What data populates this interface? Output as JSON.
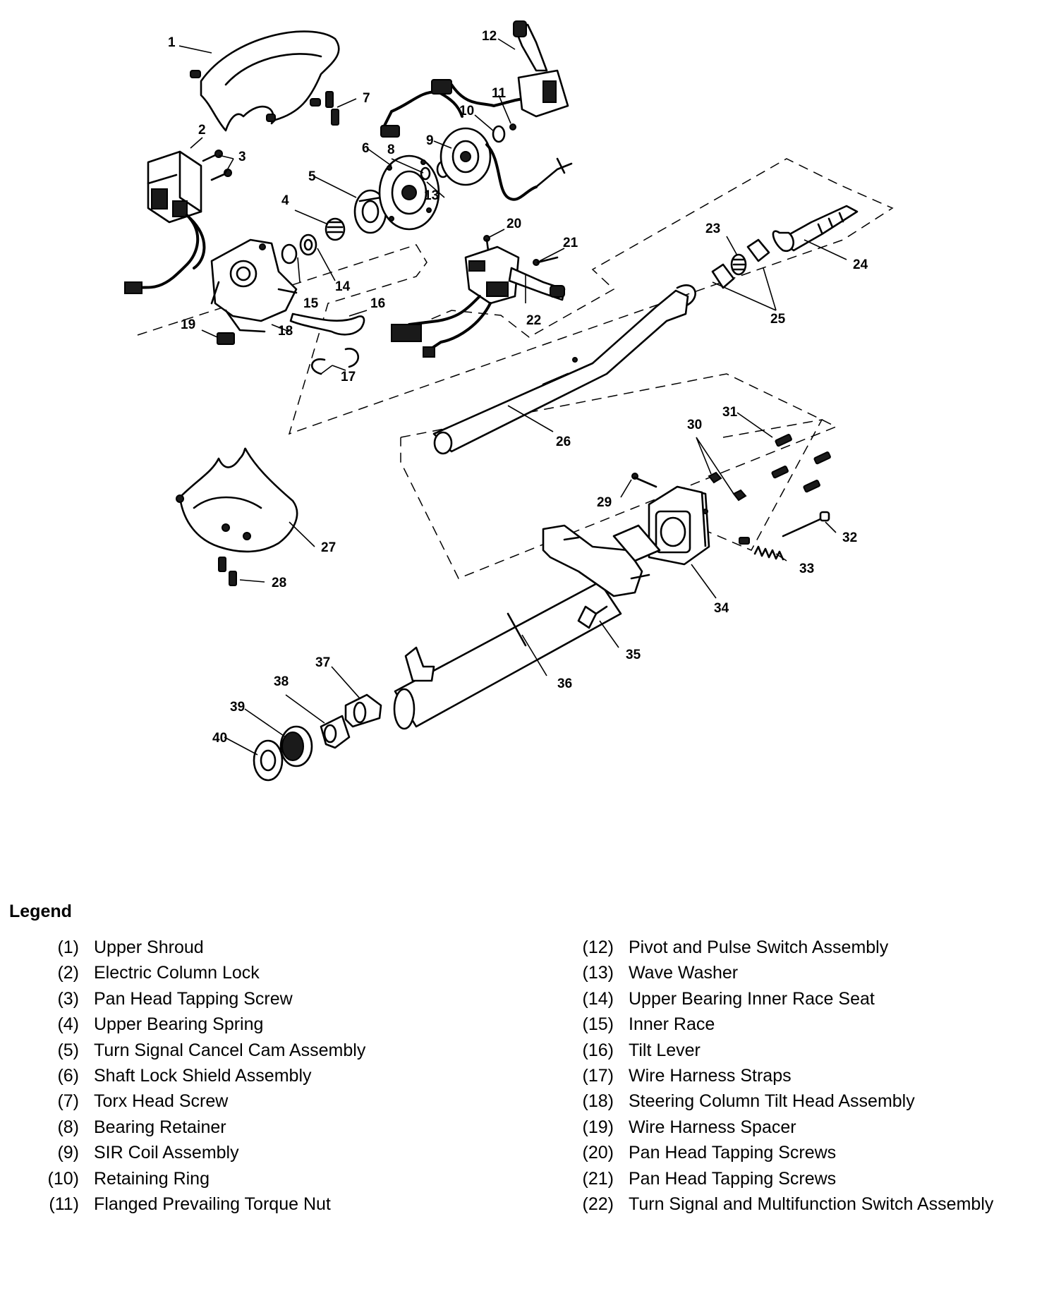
{
  "callouts": [
    "1",
    "2",
    "3",
    "4",
    "5",
    "6",
    "7",
    "8",
    "9",
    "10",
    "11",
    "12",
    "13",
    "14",
    "15",
    "16",
    "17",
    "18",
    "19",
    "20",
    "21",
    "22",
    "23",
    "24",
    "25",
    "26",
    "27",
    "28",
    "29",
    "30",
    "31",
    "32",
    "33",
    "34",
    "35",
    "36",
    "37",
    "38",
    "39",
    "40"
  ],
  "legend": {
    "title": "Legend",
    "left": [
      {
        "num": "(1)",
        "label": "Upper Shroud"
      },
      {
        "num": "(2)",
        "label": "Electric Column Lock"
      },
      {
        "num": "(3)",
        "label": "Pan Head Tapping Screw"
      },
      {
        "num": "(4)",
        "label": "Upper Bearing Spring"
      },
      {
        "num": "(5)",
        "label": "Turn Signal Cancel Cam Assembly"
      },
      {
        "num": "(6)",
        "label": "Shaft Lock Shield Assembly"
      },
      {
        "num": "(7)",
        "label": "Torx Head Screw"
      },
      {
        "num": "(8)",
        "label": "Bearing Retainer"
      },
      {
        "num": "(9)",
        "label": "SIR Coil Assembly"
      },
      {
        "num": "(10)",
        "label": "Retaining Ring"
      },
      {
        "num": "(11)",
        "label": "Flanged Prevailing Torque Nut"
      }
    ],
    "right": [
      {
        "num": "(12)",
        "label": "Pivot and Pulse Switch Assembly"
      },
      {
        "num": "(13)",
        "label": "Wave Washer"
      },
      {
        "num": "(14)",
        "label": "Upper Bearing Inner Race Seat"
      },
      {
        "num": "(15)",
        "label": "Inner Race"
      },
      {
        "num": "(16)",
        "label": "Tilt Lever"
      },
      {
        "num": "(17)",
        "label": "Wire Harness Straps"
      },
      {
        "num": "(18)",
        "label": "Steering Column Tilt Head Assembly"
      },
      {
        "num": "(19)",
        "label": "Wire Harness Spacer"
      },
      {
        "num": "(20)",
        "label": "Pan Head Tapping Screws"
      },
      {
        "num": "(21)",
        "label": "Pan Head Tapping Screws"
      },
      {
        "num": "(22)",
        "label": "Turn Signal and Multifunction Switch Assembly"
      }
    ]
  }
}
